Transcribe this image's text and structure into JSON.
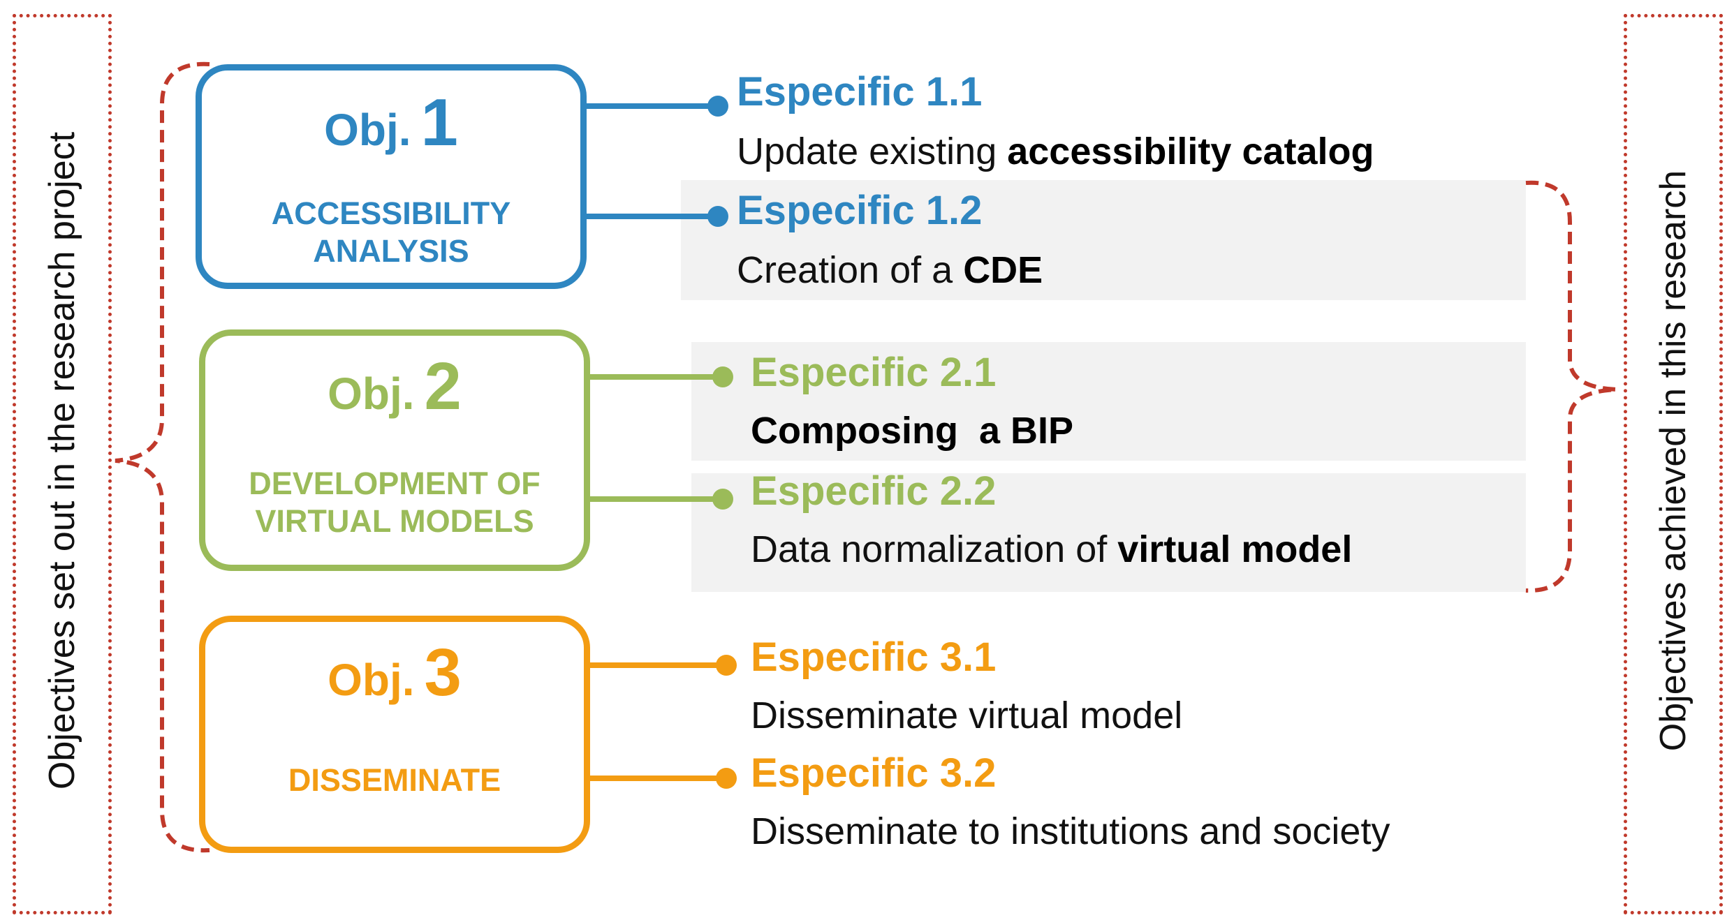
{
  "frames": {
    "left_label": "Objectives set out in the research project",
    "right_label": "Objectives achieved in this research"
  },
  "objectives": [
    {
      "word": "Obj.",
      "number": "1",
      "subtitle_lines": [
        "ACCESSIBILITY",
        "ANALYSIS"
      ],
      "color": "#2e86c1",
      "specifics": [
        {
          "title": "Especific 1.1",
          "desc_plain": "Update existing ",
          "desc_bold": "accessibility catalog",
          "highlighted": false
        },
        {
          "title": "Especific 1.2",
          "desc_plain": "Creation of a ",
          "desc_bold": "CDE",
          "highlighted": true
        }
      ]
    },
    {
      "word": "Obj.",
      "number": "2",
      "subtitle_lines": [
        "DEVELOPMENT OF",
        "VIRTUAL MODELS"
      ],
      "color": "#9bbb59",
      "specifics": [
        {
          "title": "Especific 2.1",
          "desc_plain": "",
          "desc_bold": "Composing  a BIP",
          "highlighted": true
        },
        {
          "title": "Especific 2.2",
          "desc_plain": "Data normalization of ",
          "desc_bold": "virtual model",
          "highlighted": true
        }
      ]
    },
    {
      "word": "Obj.",
      "number": "3",
      "subtitle_lines": [
        "DISSEMINATE"
      ],
      "color": "#f39c12",
      "specifics": [
        {
          "title": "Especific 3.1",
          "desc_plain": "Disseminate virtual model",
          "desc_bold": "",
          "highlighted": false
        },
        {
          "title": "Especific 3.2",
          "desc_plain": "Disseminate to institutions and society",
          "desc_bold": "",
          "highlighted": false
        }
      ]
    }
  ],
  "colors": {
    "bracket": "#c0392b",
    "highlight_band": "#f2f2f2"
  }
}
